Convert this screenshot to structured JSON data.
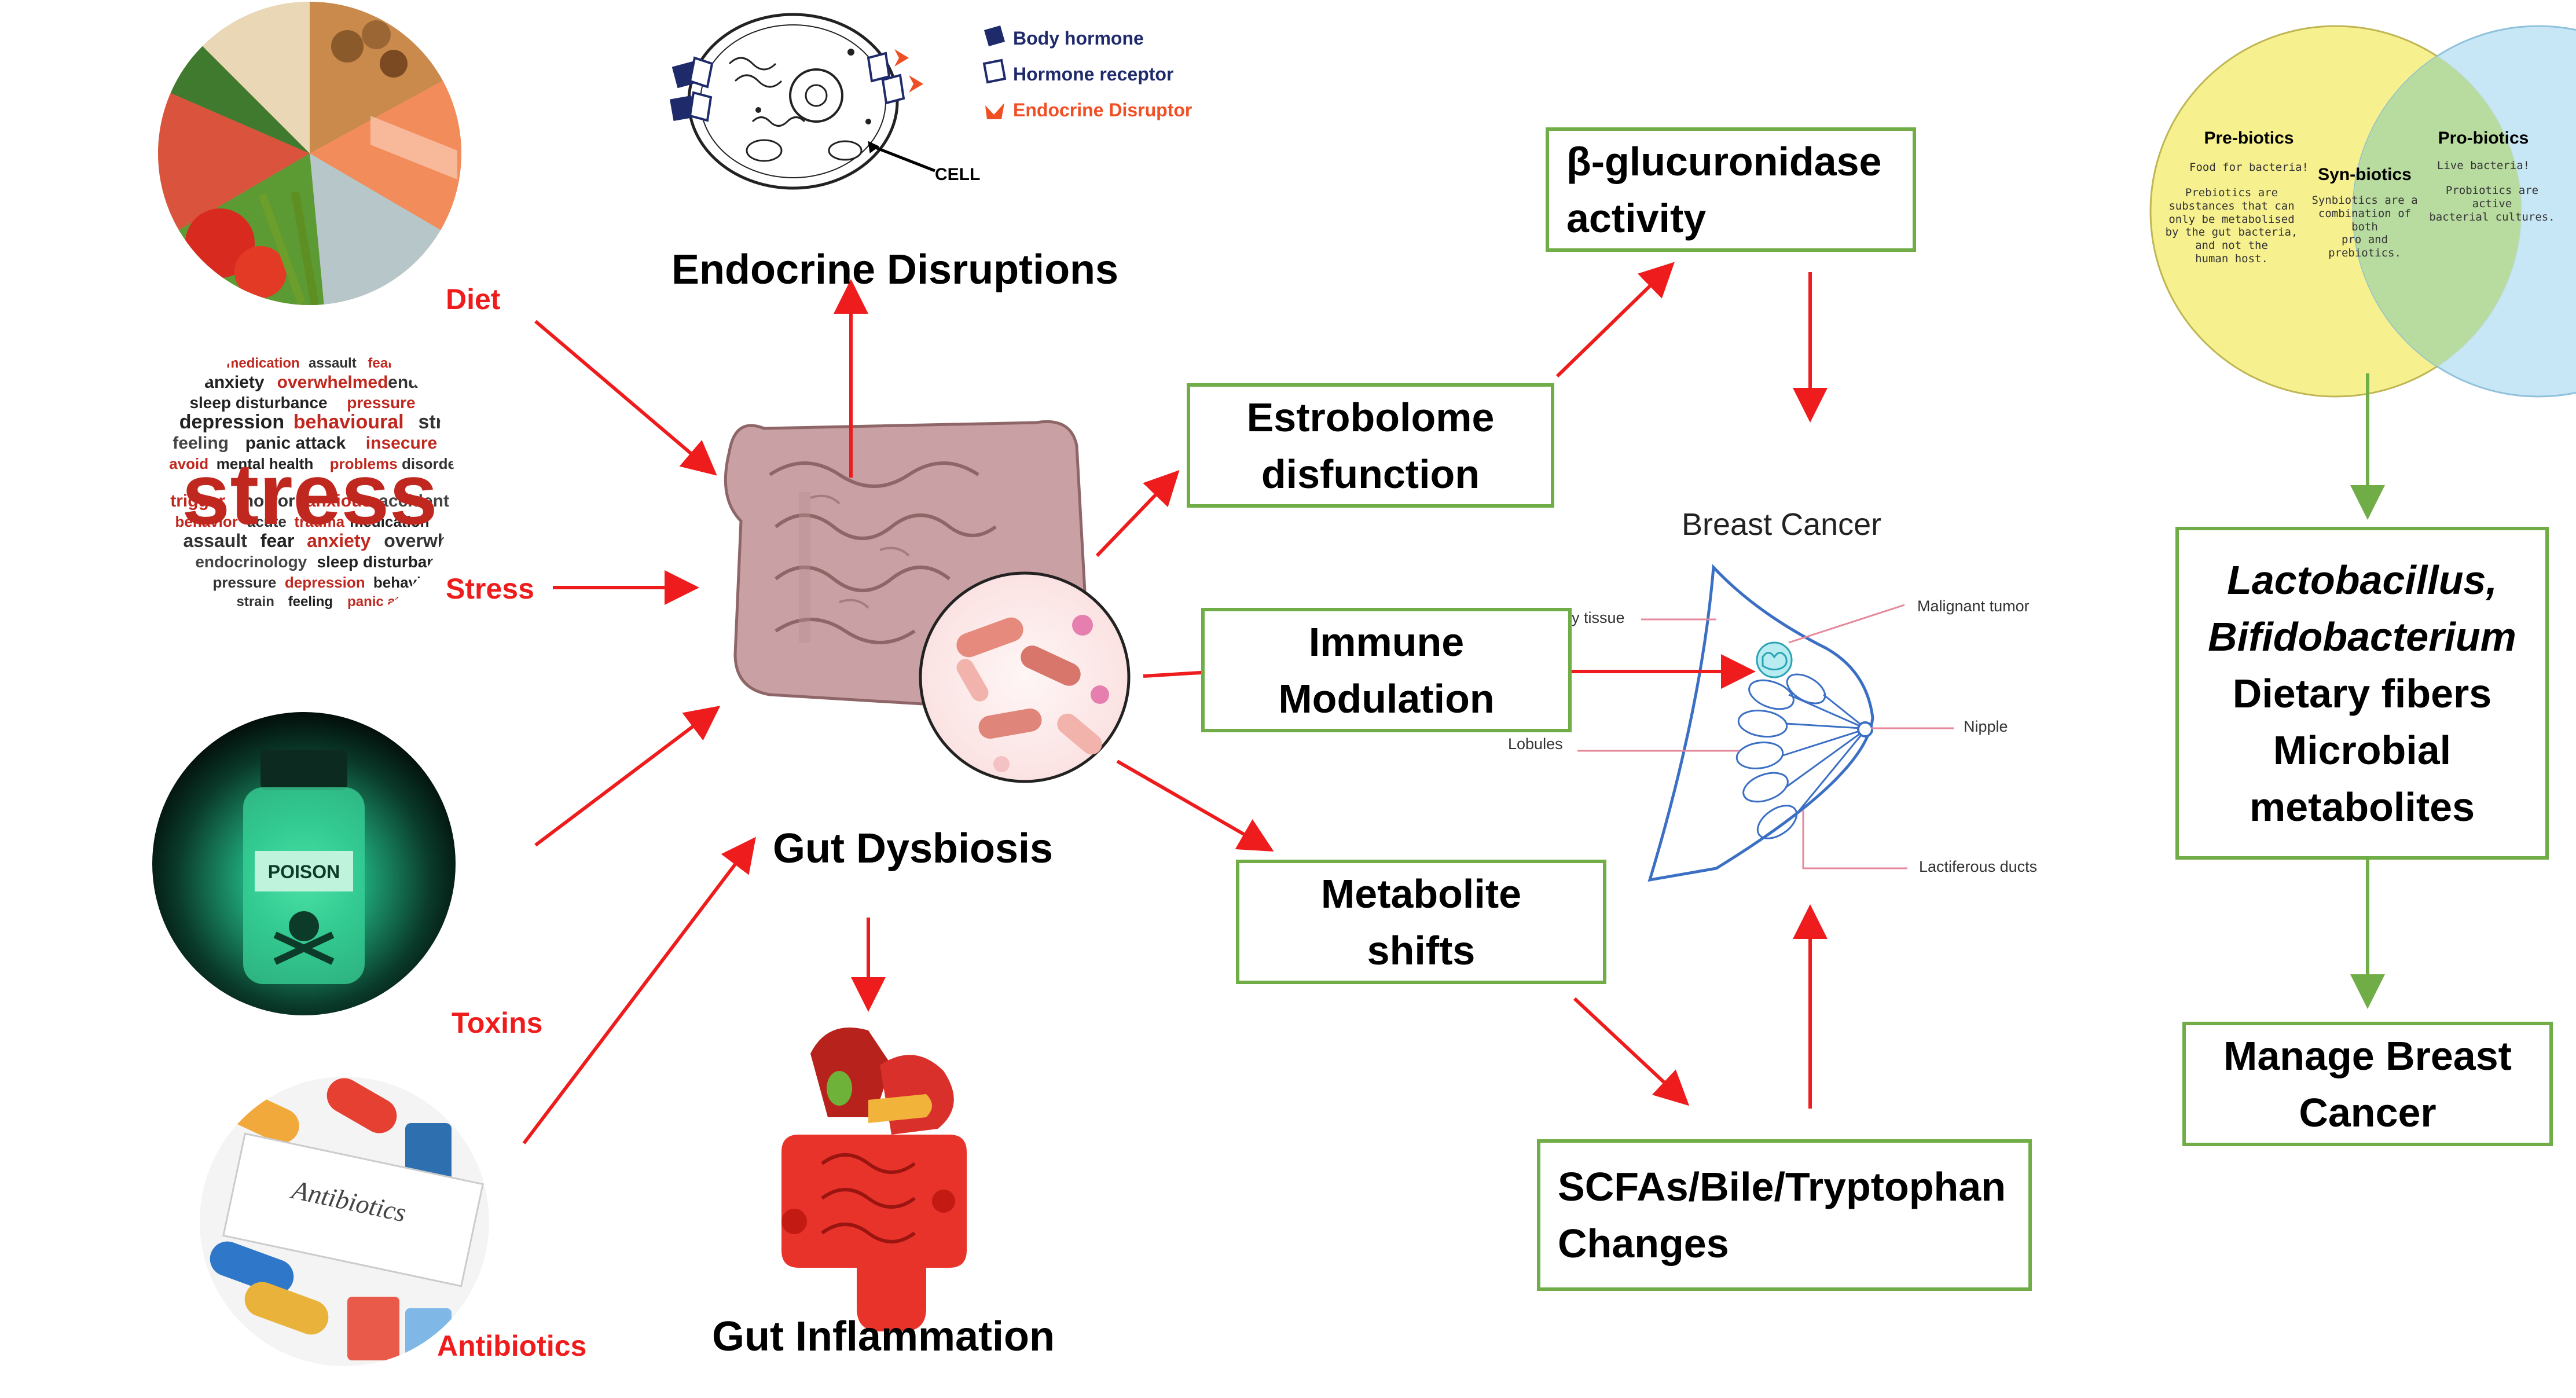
{
  "causes": {
    "diet": "Diet",
    "stress": "Stress",
    "toxins": "Toxins",
    "antibiotics": "Antibiotics"
  },
  "stress_cloud": {
    "main_word": "stress",
    "words": [
      "medication",
      "assault",
      "fear",
      "anxiety",
      "overwhelmed",
      "endocrinology",
      "sleep disturbance",
      "pressure",
      "depression",
      "behavioural",
      "strain",
      "feeling",
      "panic attack",
      "insecure",
      "avoid",
      "mental health",
      "problems",
      "disorder",
      "trigger",
      "horror",
      "anxious",
      "accident",
      "behavior",
      "acute",
      "trauma"
    ]
  },
  "toxin_bottle": {
    "label": "POISON"
  },
  "antibiotics_image": {
    "label": "Antibiotics"
  },
  "endocrine": {
    "legend": {
      "body_hormone": "Body hormone",
      "hormone_receptor": "Hormone receptor",
      "endocrine_disruptor": "Endocrine Disruptor"
    },
    "cell_label": "CELL",
    "title": "Endocrine Disruptions"
  },
  "gut_dysbiosis": "Gut Dysbiosis",
  "gut_inflammation": "Gut Inflammation",
  "boxes": {
    "beta": [
      "β-glucuronidase",
      "activity"
    ],
    "estrobolome": [
      "Estrobolome",
      "disfunction"
    ],
    "immune": [
      "Immune",
      "Modulation"
    ],
    "metabolite": [
      "Metabolite",
      "shifts"
    ],
    "scfa": [
      "SCFAs/Bile/Tryptophan",
      "Changes"
    ],
    "manage": [
      "Manage Breast",
      "Cancer"
    ]
  },
  "breast": {
    "title": "Breast Cancer",
    "fatty_tissue": "y tissue",
    "malignant_tumor": "Malignant tumor",
    "nipple": "Nipple",
    "lobules": "Lobules",
    "lactiferous_ducts": "Lactiferous ducts"
  },
  "venn": {
    "prebiotics_title": "Pre-biotics",
    "prebiotics_sub1": "Food for bacteria!",
    "prebiotics_sub2": [
      "Prebiotics are",
      "substances that can",
      "only be metabolised",
      "by the gut bacteria,",
      "and not the",
      "human host."
    ],
    "synbiotics_title": "Syn-biotics",
    "synbiotics_sub": [
      "Synbiotics are a",
      "combination of both",
      "pro and prebiotics."
    ],
    "probiotics_title": "Pro-biotics",
    "probiotics_sub1": "Live bacteria!",
    "probiotics_sub2": [
      "Probiotics are active",
      "bacterial cultures."
    ]
  },
  "therapy": {
    "italic": [
      "Lactobacillus,",
      "Bifidobacterium"
    ],
    "plain": [
      "Dietary fibers",
      "Microbial",
      "metabolites"
    ]
  },
  "colors": {
    "arrow_red": "#ee1c1c",
    "arrow_green": "#70ad47",
    "box_border": "#70ad47",
    "legend_blue": "#1f2a6b",
    "legend_orange": "#f04e23"
  }
}
